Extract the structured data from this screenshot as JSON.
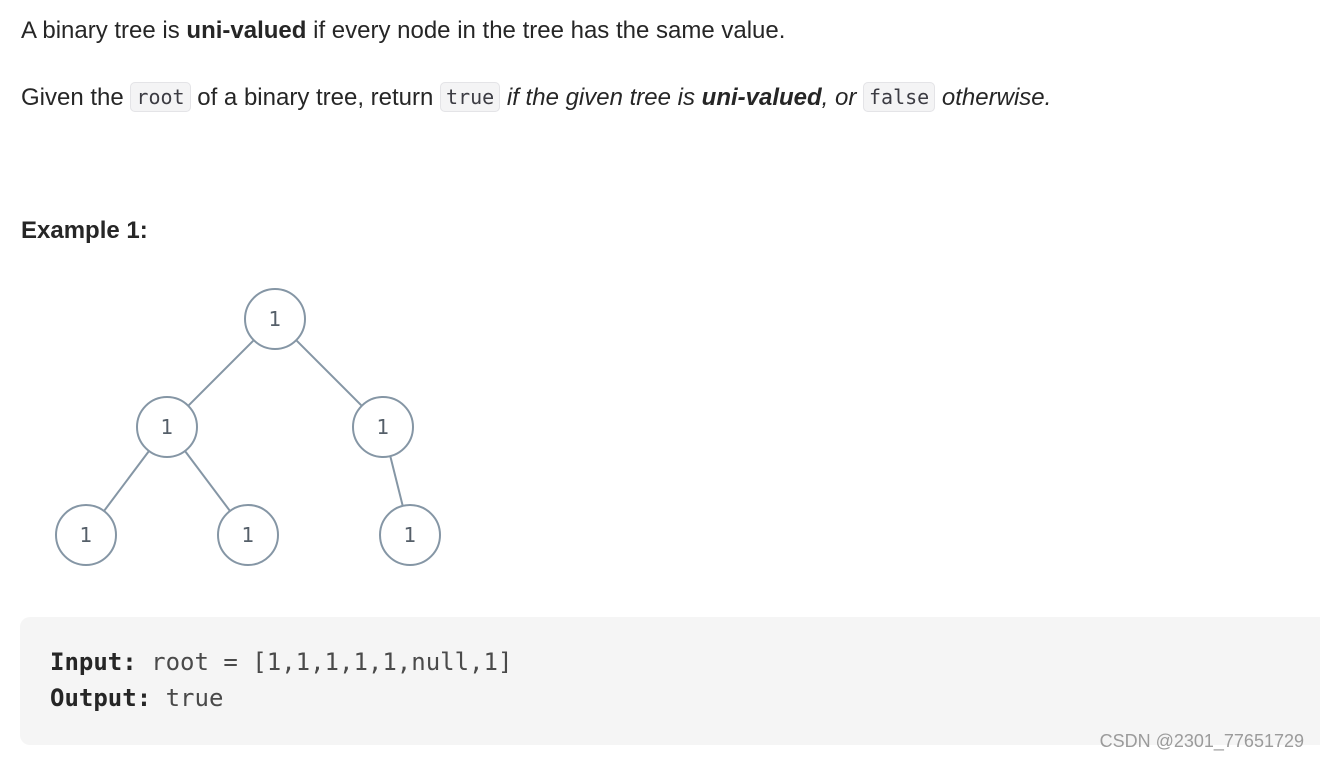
{
  "paragraph1": {
    "pre": "A binary tree is ",
    "bold": "uni-valued",
    "post": " if every node in the tree has the same value."
  },
  "paragraph2": {
    "t1": "Given the ",
    "code_root": "root",
    "t2": " of a binary tree, return ",
    "code_true": "true",
    "t3": " if the given tree is ",
    "bold": "uni-valued",
    "t4": ", or ",
    "code_false": "false",
    "t5": " otherwise."
  },
  "example": {
    "heading": "Example 1:",
    "tree": {
      "nodes": [
        {
          "id": "root",
          "value": "1"
        },
        {
          "id": "left",
          "value": "1"
        },
        {
          "id": "right",
          "value": "1"
        },
        {
          "id": "left-left",
          "value": "1"
        },
        {
          "id": "left-right",
          "value": "1"
        },
        {
          "id": "right-right",
          "value": "1"
        }
      ],
      "edges": [
        [
          "root",
          "left"
        ],
        [
          "root",
          "right"
        ],
        [
          "left",
          "left-left"
        ],
        [
          "left",
          "left-right"
        ],
        [
          "right",
          "right-right"
        ]
      ]
    },
    "input_label": "Input:",
    "input_value": "root = [1,1,1,1,1,null,1]",
    "output_label": "Output:",
    "output_value": "true"
  },
  "watermark": "CSDN @2301_77651729"
}
